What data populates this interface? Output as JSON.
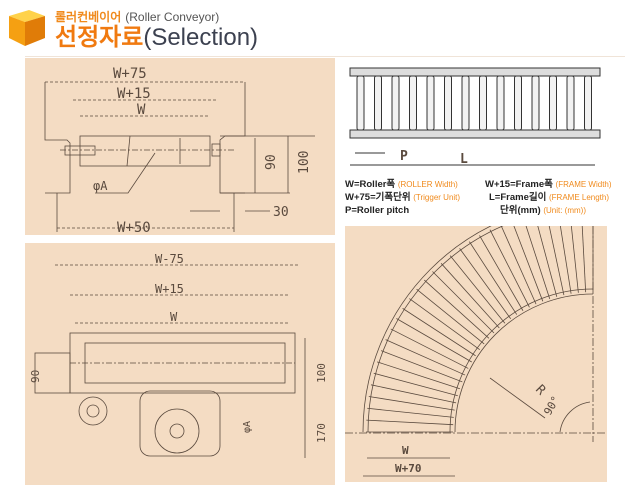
{
  "header": {
    "subtitle_ko": "롤러컨베이어",
    "subtitle_en": "(Roller Conveyor)",
    "title_ko": "선정자료",
    "title_en": "(Selection)"
  },
  "drawing_top_left": {
    "dims": [
      "W+75",
      "W+15",
      "W",
      "90",
      "100",
      "30",
      "W+50",
      "φA"
    ]
  },
  "drawing_bottom_left": {
    "dims": [
      "W-75",
      "W+15",
      "W",
      "90",
      "100",
      "170",
      "φA"
    ]
  },
  "drawing_top_right": {
    "dims": [
      "P",
      "L"
    ]
  },
  "legend": [
    {
      "text": "W=Roller폭",
      "note": "(ROLLER Width)"
    },
    {
      "text": "W+15=Frame폭",
      "note": "(FRAME Width)"
    },
    {
      "text": "W+75=기폭단위",
      "note": "(Trigger Unit)"
    },
    {
      "text": "L=Frame길이",
      "note": "(FRAME Length)"
    },
    {
      "text": "P=Roller pitch",
      "note": ""
    },
    {
      "text": "단위(mm)",
      "note": "(Unit: (mm))"
    }
  ],
  "drawing_curve": {
    "dims": [
      "R",
      "90°",
      "W",
      "W+70"
    ]
  },
  "colors": {
    "accent": "#f07a10",
    "panel": "#f4dcc3",
    "line": "#5a4a3e"
  }
}
